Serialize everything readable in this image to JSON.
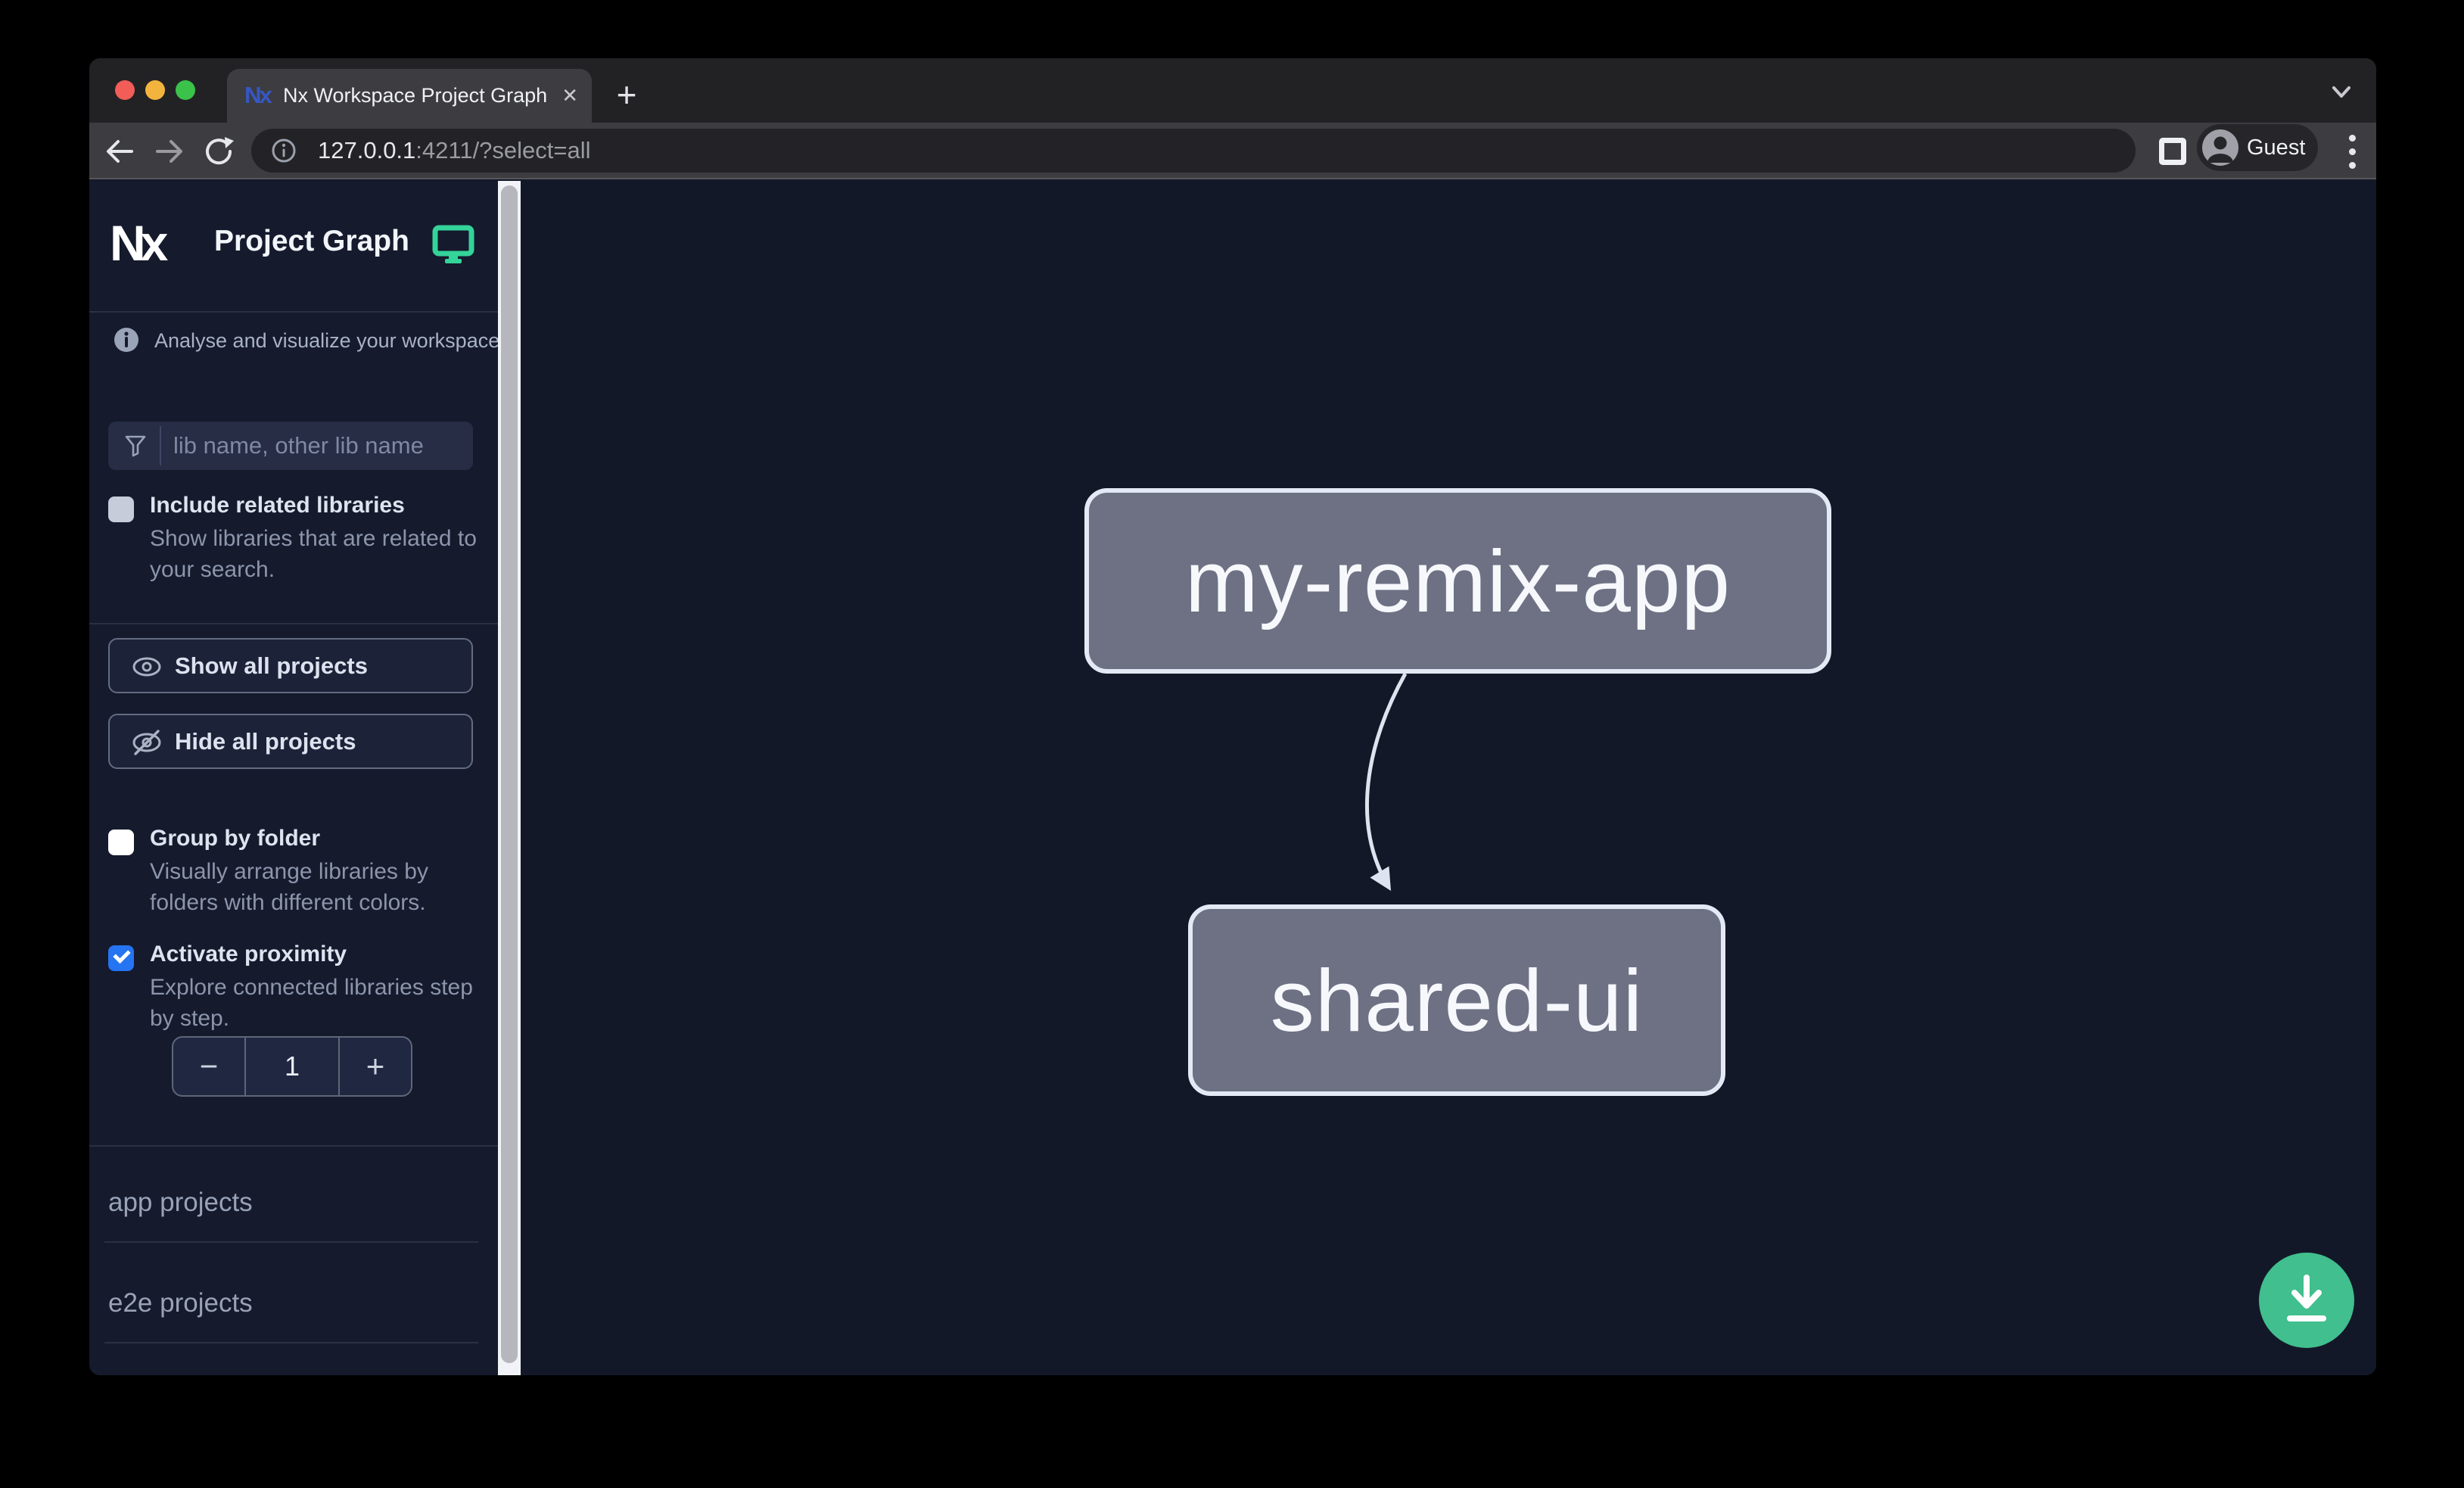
{
  "browser": {
    "favicon_text": "Nx",
    "tab_title": "Nx Workspace Project Graph",
    "close_tab_label": "✕",
    "new_tab_label": "+",
    "url": {
      "host": "127.0.0.1",
      "rest": ":4211/?select=all"
    },
    "profile_label": "Guest"
  },
  "sidebar": {
    "logo_text": "Nx",
    "title": "Project Graph",
    "tagline": "Analyse and visualize your workspace.",
    "filter_placeholder": "lib name, other lib name",
    "include_related": {
      "label": "Include related libraries",
      "description": "Show libraries that are related to your search.",
      "checked": false
    },
    "show_all_label": "Show all projects",
    "hide_all_label": "Hide all projects",
    "group_by_folder": {
      "label": "Group by folder",
      "description": "Visually arrange libraries by folders with different colors.",
      "checked": false
    },
    "activate_proximity": {
      "label": "Activate proximity",
      "description": "Explore connected libraries step by step.",
      "checked": true
    },
    "stepper": {
      "decrement": "−",
      "value": "1",
      "increment": "+"
    },
    "sections": [
      {
        "label": "app projects"
      },
      {
        "label": "e2e projects"
      }
    ]
  },
  "graph": {
    "nodes": [
      {
        "label": "my-remix-app"
      },
      {
        "label": "shared-ui"
      }
    ],
    "edges": [
      {
        "from": "my-remix-app",
        "to": "shared-ui"
      }
    ]
  },
  "colors": {
    "accent_green": "#34d399",
    "fab_green": "#41bf8e",
    "checkbox_blue": "#2574f2",
    "node_fill": "#6d7183",
    "node_border": "#e4e9f6",
    "edge": "#dde4ef",
    "canvas_bg": "#131829",
    "sidebar_bg": "#151a2d"
  }
}
